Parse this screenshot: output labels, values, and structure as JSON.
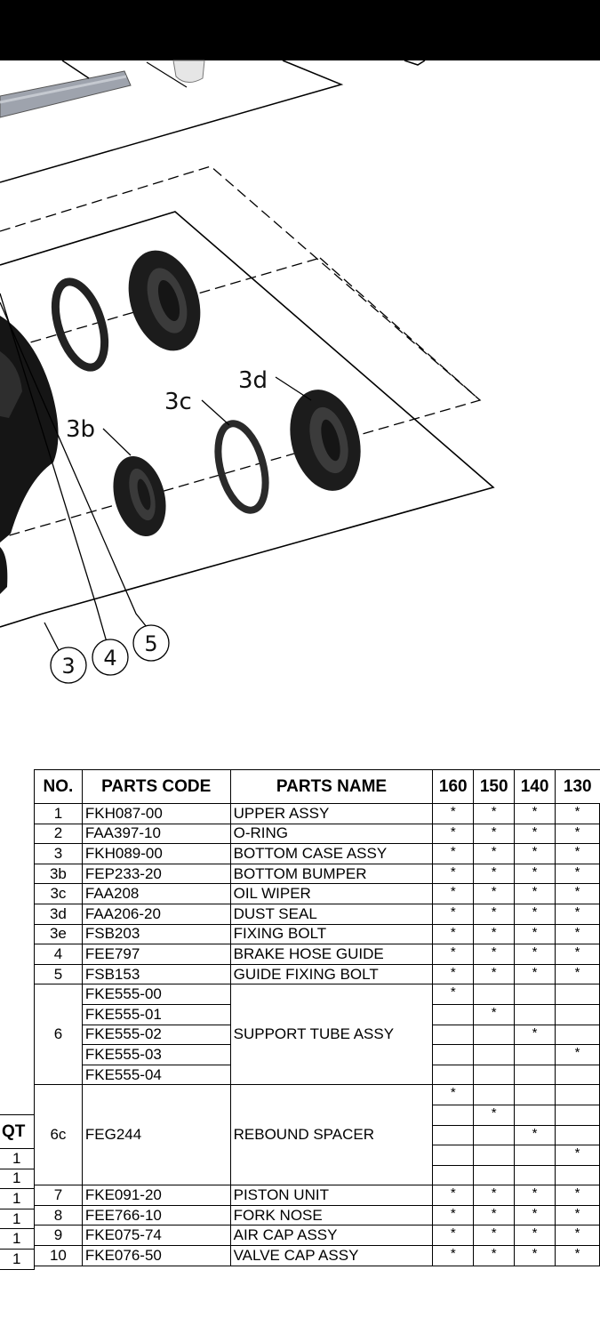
{
  "callouts": {
    "c3d": "3d",
    "c3c": "3c",
    "c3b": "3b",
    "c3": "3",
    "c4": "4",
    "c5": "5"
  },
  "parts_table": {
    "headers": {
      "no": "NO.",
      "code": "PARTS CODE",
      "name": "PARTS NAME",
      "s160": "160",
      "s150": "150",
      "s140": "140",
      "s130": "130"
    },
    "mark": "*",
    "rows": [
      {
        "no": "1",
        "code": "FKH087-00",
        "name": "UPPER ASSY"
      },
      {
        "no": "2",
        "code": "FAA397-10",
        "name": "O-RING"
      },
      {
        "no": "3",
        "code": "FKH089-00",
        "name": "BOTTOM CASE ASSY"
      },
      {
        "no": "3b",
        "code": "FEP233-20",
        "name": "BOTTOM BUMPER"
      },
      {
        "no": "3c",
        "code": "FAA208",
        "name": "OIL WIPER"
      },
      {
        "no": "3d",
        "code": "FAA206-20",
        "name": "DUST SEAL"
      },
      {
        "no": "3e",
        "code": "FSB203",
        "name": "FIXING BOLT"
      },
      {
        "no": "4",
        "code": "FEE797",
        "name": "BRAKE HOSE GUIDE"
      },
      {
        "no": "5",
        "code": "FSB153",
        "name": "GUIDE FIXING BOLT"
      }
    ],
    "group6": {
      "no": "6",
      "name": "SUPPORT TUBE ASSY",
      "codes": [
        "FKE555-00",
        "FKE555-01",
        "FKE555-02",
        "FKE555-03",
        "FKE555-04"
      ]
    },
    "group6c": {
      "no": "6c",
      "code": "FEG244",
      "name": "REBOUND SPACER"
    },
    "rows_after": [
      {
        "no": "7",
        "code": "FKE091-20",
        "name": "PISTON UNIT"
      },
      {
        "no": "8",
        "code": "FEE766-10",
        "name": "FORK NOSE"
      },
      {
        "no": "9",
        "code": "FKE075-74",
        "name": "AIR CAP ASSY"
      },
      {
        "no": "10",
        "code": "FKE076-50",
        "name": "VALVE CAP ASSY"
      }
    ]
  },
  "qty_table": {
    "header": "QT",
    "values": [
      "1",
      "1",
      "1",
      "1",
      "1",
      "1"
    ]
  }
}
